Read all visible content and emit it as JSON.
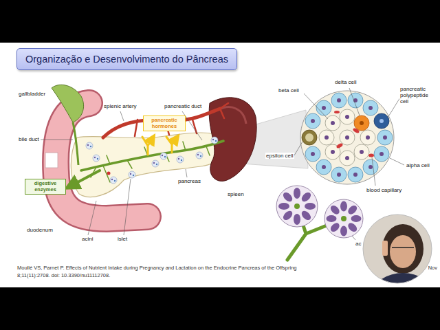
{
  "diagram": {
    "title": "Organização e Desenvolvimento do Pâncreas",
    "nodes": [
      {
        "text": [
          "pancreatic hormones"
        ]
      },
      {
        "text": [
          "digestive enzymes"
        ]
      }
    ],
    "labels": [
      "gallbladder",
      "splenic artery",
      "pancreatic duct",
      "bile duct",
      "spleen",
      "duodenum",
      "pancreas",
      "acini",
      "islet",
      "delta cell",
      "beta cell",
      "pancreatic polypeptide cell",
      "epsilon cell",
      "alpha cell",
      "blood capillary",
      "ac",
      "Moullé VS, Parnet P. Effects of Nutrient Intake during Pregnancy and Lactation on the Endocrine Pancreas of the Offspring",
      "Nov",
      "8;11(11):2708. doi: 10.3390/nu11112708."
    ]
  }
}
